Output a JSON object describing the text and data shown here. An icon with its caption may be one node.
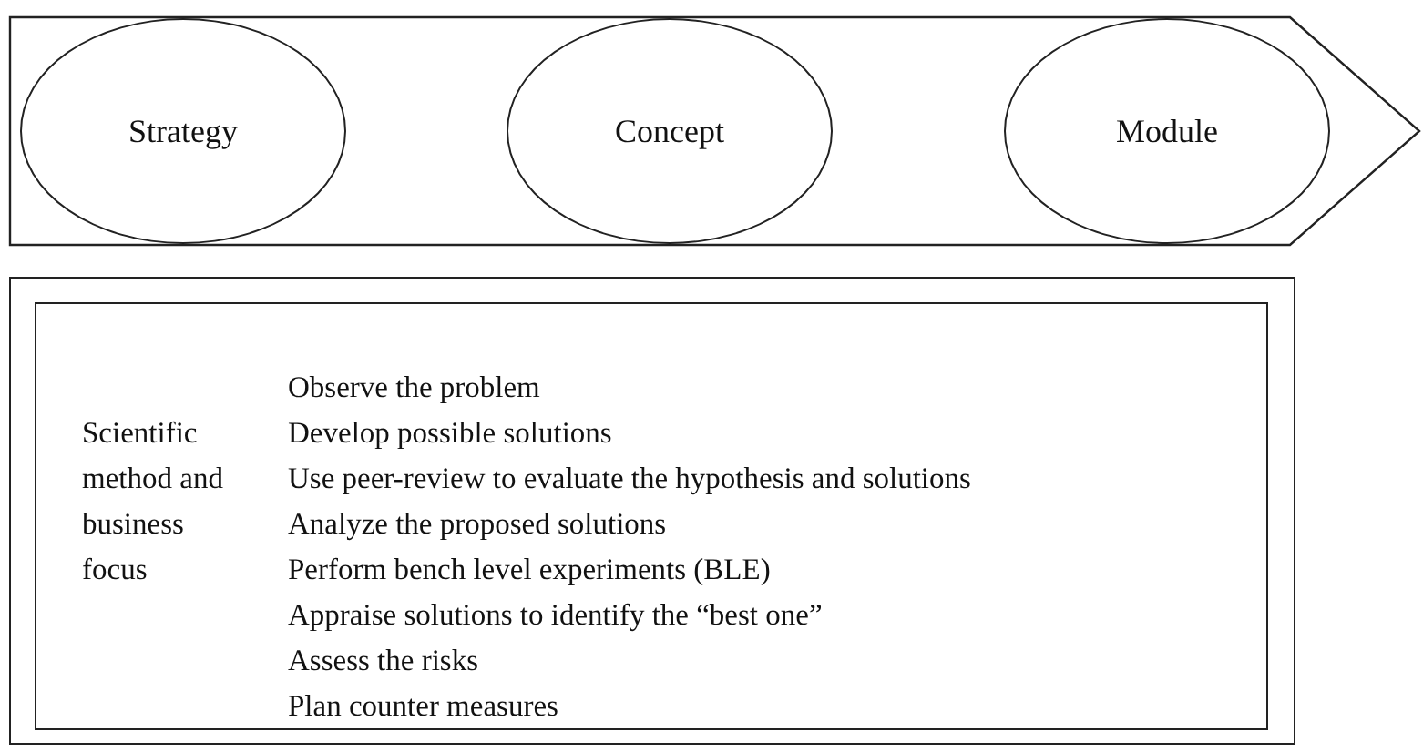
{
  "diagram": {
    "nodes": [
      {
        "text": [],
        "shape": "arrow"
      },
      {
        "text": [
          "Strategy"
        ],
        "in": 0
      },
      {
        "text": [
          "Concept"
        ],
        "in": 0
      },
      {
        "text": [
          "Module"
        ],
        "in": 0
      },
      {
        "text": [],
        "shape": "box"
      },
      {
        "text": [
          "Scientific method and business focus",
          "Observe the problem",
          "Develop possible solutions",
          "Use peer-review to evaluate the hypothesis and solutions",
          "Analyze the proposed solutions",
          "Perform bench level experiments (BLE)",
          "Appraise solutions to identify the “best one”",
          "Assess the risks",
          "Plan counter measures"
        ],
        "in": 4
      }
    ]
  }
}
